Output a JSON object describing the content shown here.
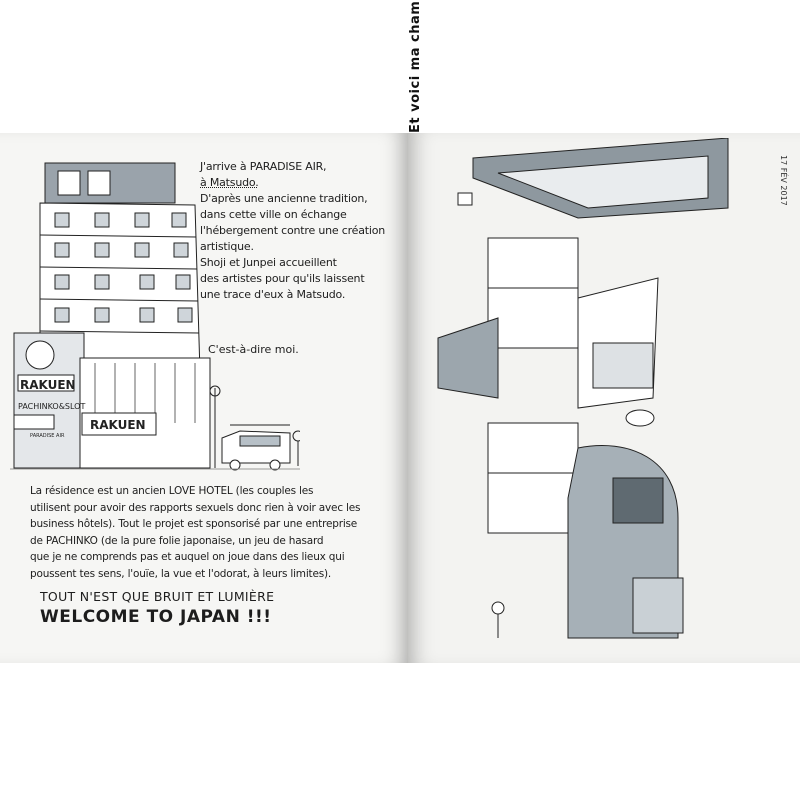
{
  "left_page": {
    "intro_lines": [
      "J'arrive à PARADISE AIR,",
      "à Matsudo.",
      "D'après une ancienne tradition,",
      "dans cette ville on échange",
      "l'hébergement contre une création",
      "artistique.",
      "Shoji et Junpei accueillent",
      "des artistes pour qu'ils laissent",
      "une trace d'eux à Matsudo."
    ],
    "dire": "C'est-à-dire moi.",
    "body_lines": [
      "La résidence est un ancien LOVE HOTEL (les couples les",
      "utilisent pour avoir des rapports sexuels donc rien à voir avec les",
      "business hôtels). Tout le projet est sponsorisé par une entreprise",
      "de PACHINKO (de la pure folie japonaise, un jeu de hasard",
      "que je ne comprends pas et auquel on joue dans des lieux qui",
      "poussent tes sens, l'ouïe, la vue et l'odorat, à leurs limites)."
    ],
    "shout1": "TOUT N'EST QUE BRUIT ET LUMIÈRE",
    "shout2": "WELCOME TO JAPAN !!!",
    "signs": {
      "rakuen": "RAKUEN",
      "pachinko": "PACHINKO&SLOT",
      "rakuen2": "RAKUEN",
      "paradise": "PARADISE AIR"
    }
  },
  "right_page": {
    "date": "17 FÉV 2017",
    "caption": "Et voici ma chambre..."
  },
  "colors": {
    "paper": "#f6f6f4",
    "ink": "#1d1d1d",
    "wash": "#8f9aa3"
  }
}
